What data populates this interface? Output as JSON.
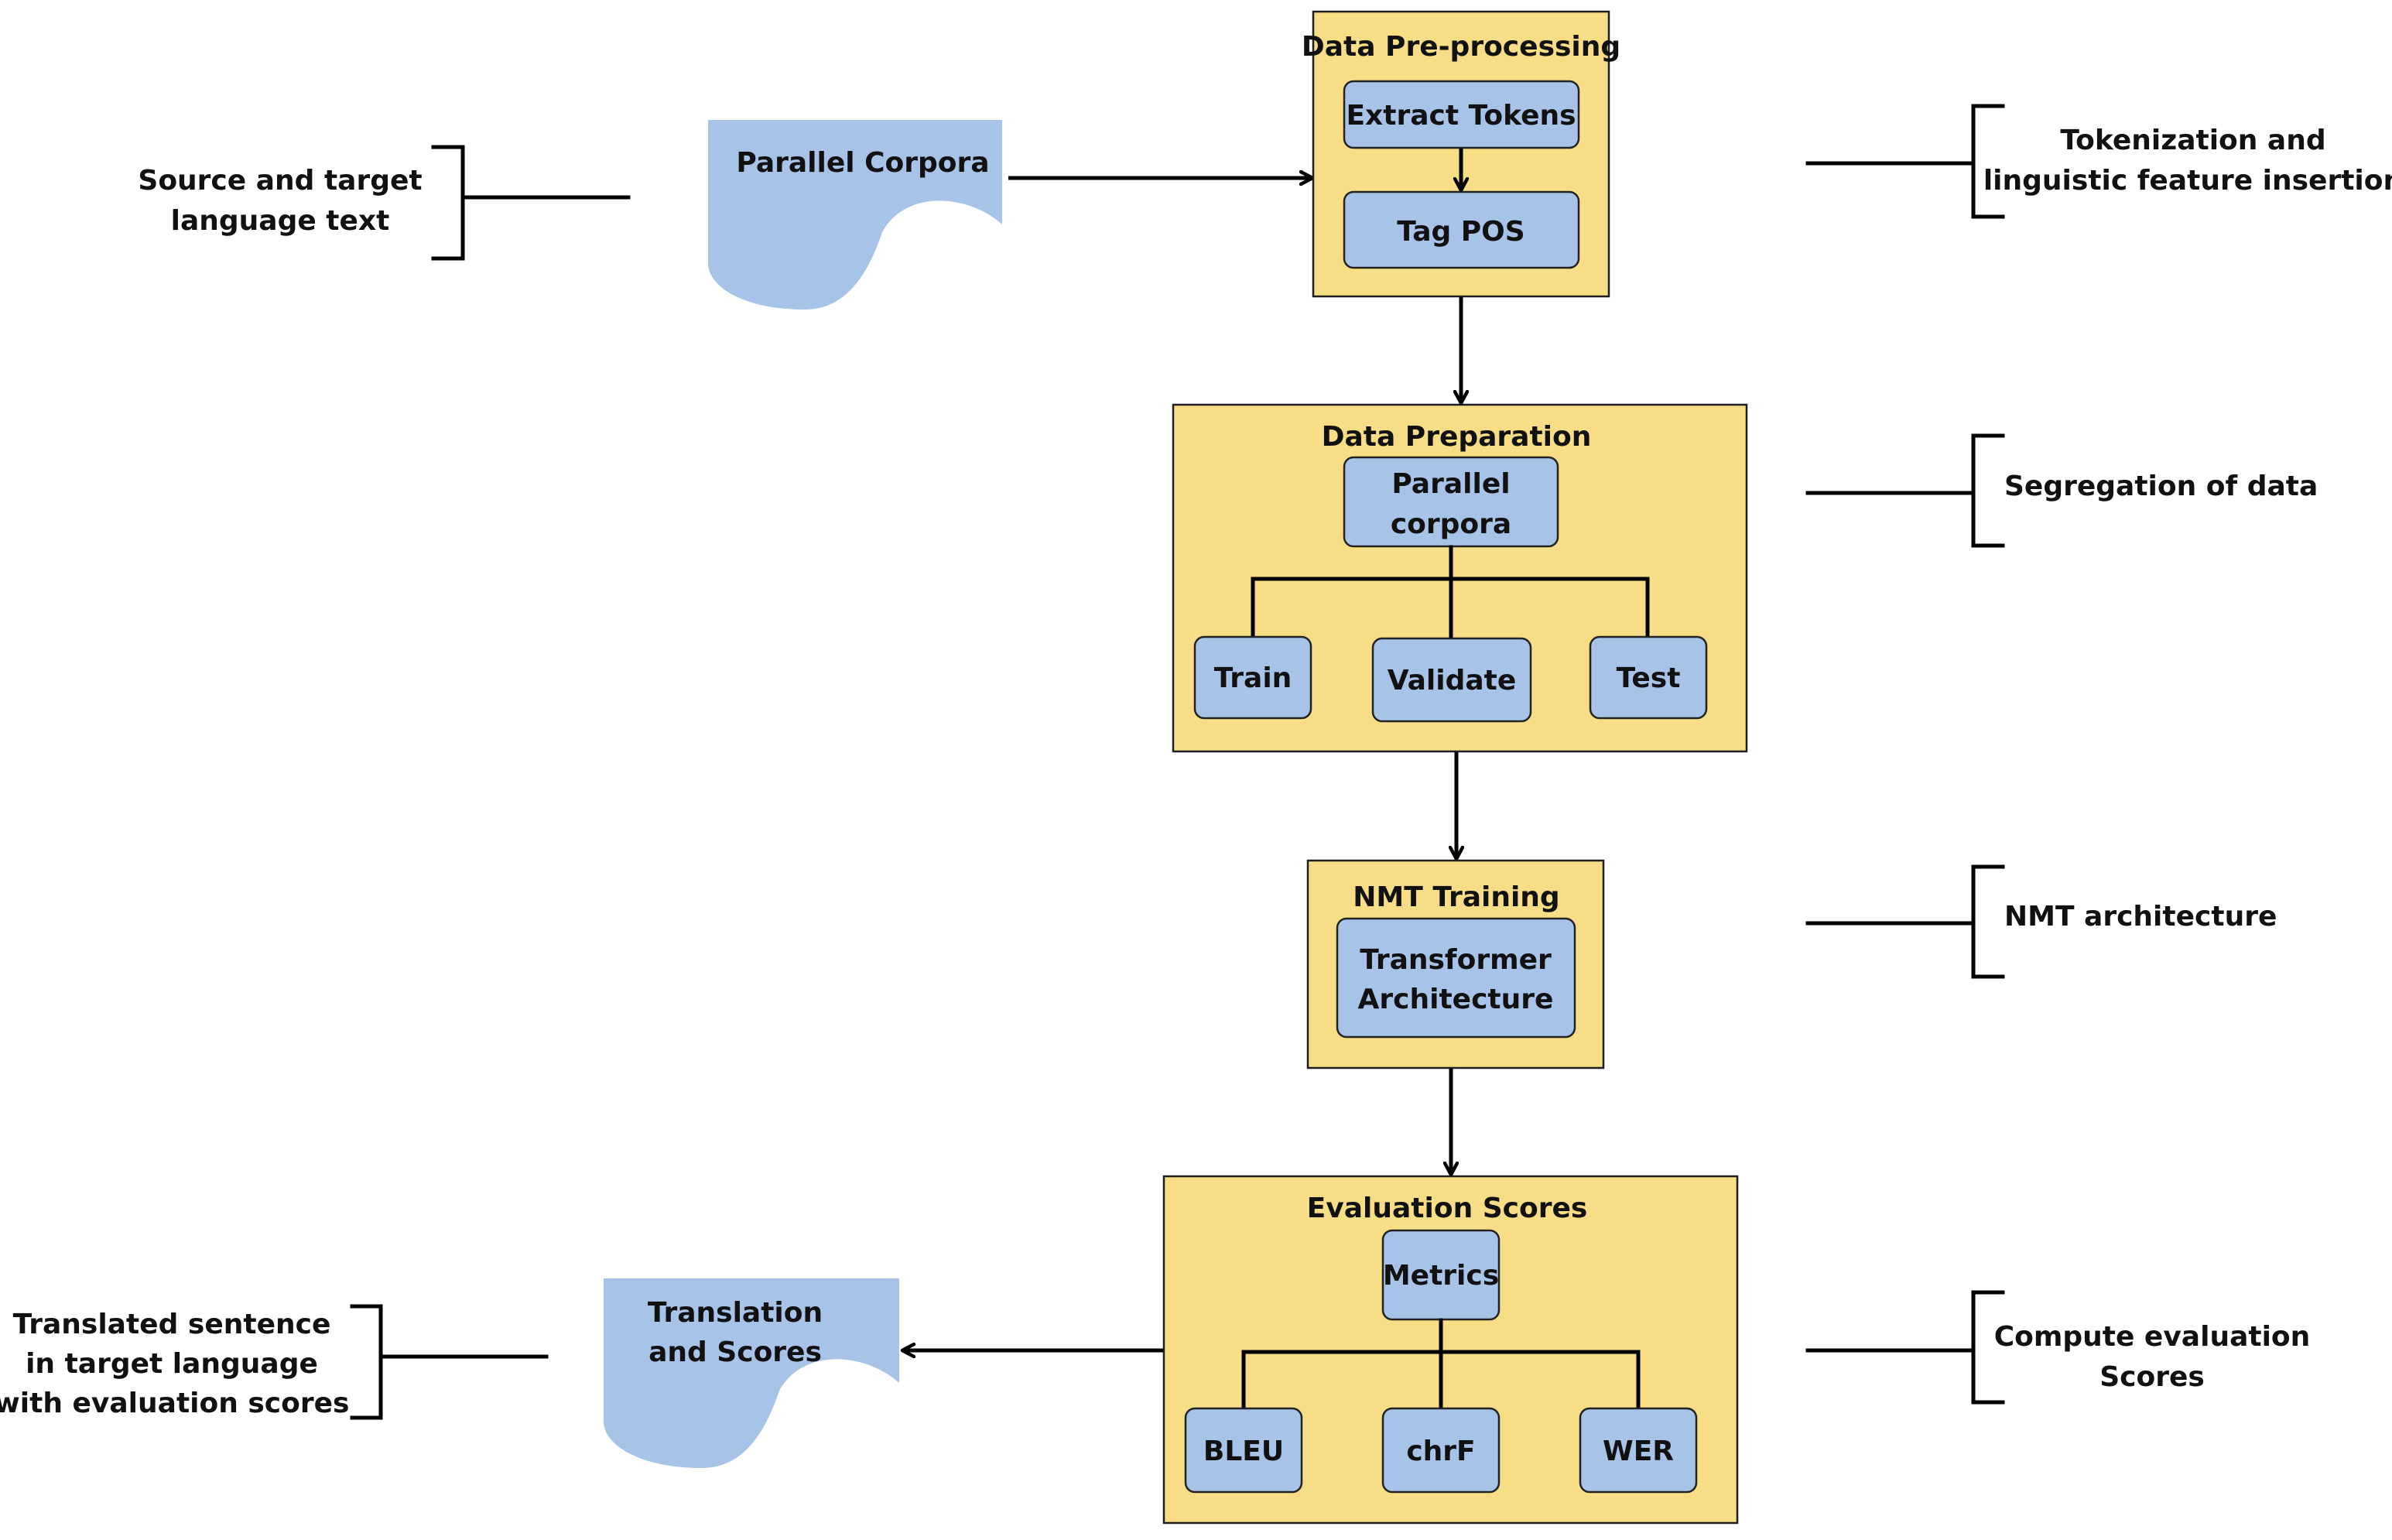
{
  "colors": {
    "stage_fill": "#f7de86",
    "node_fill": "#a7c4e8",
    "line": "#000000"
  },
  "input_doc": {
    "label": "Parallel Corpora"
  },
  "output_doc": {
    "label": [
      "Translation",
      "and Scores"
    ]
  },
  "left_annotations": {
    "source": [
      "Source and target",
      "language text"
    ],
    "translated": [
      "Translated sentence",
      "in target language",
      "with evaluation scores"
    ]
  },
  "right_annotations": {
    "preprocessing": [
      "Tokenization and",
      "linguistic feature insertion"
    ],
    "preparation": [
      "Segregation of data"
    ],
    "training": [
      "NMT architecture"
    ],
    "evaluation": [
      "Compute evaluation",
      "Scores"
    ]
  },
  "stages": {
    "preprocessing": {
      "title": "Data Pre-processing",
      "steps": [
        "Extract Tokens",
        "Tag POS"
      ]
    },
    "preparation": {
      "title": "Data Preparation",
      "root": [
        "Parallel",
        "corpora"
      ],
      "children": [
        "Train",
        "Validate",
        "Test"
      ]
    },
    "training": {
      "title": "NMT Training",
      "model": [
        "Transformer",
        "Architecture"
      ]
    },
    "evaluation": {
      "title": "Evaluation Scores",
      "root": "Metrics",
      "children": [
        "BLEU",
        "chrF",
        "WER"
      ]
    }
  }
}
